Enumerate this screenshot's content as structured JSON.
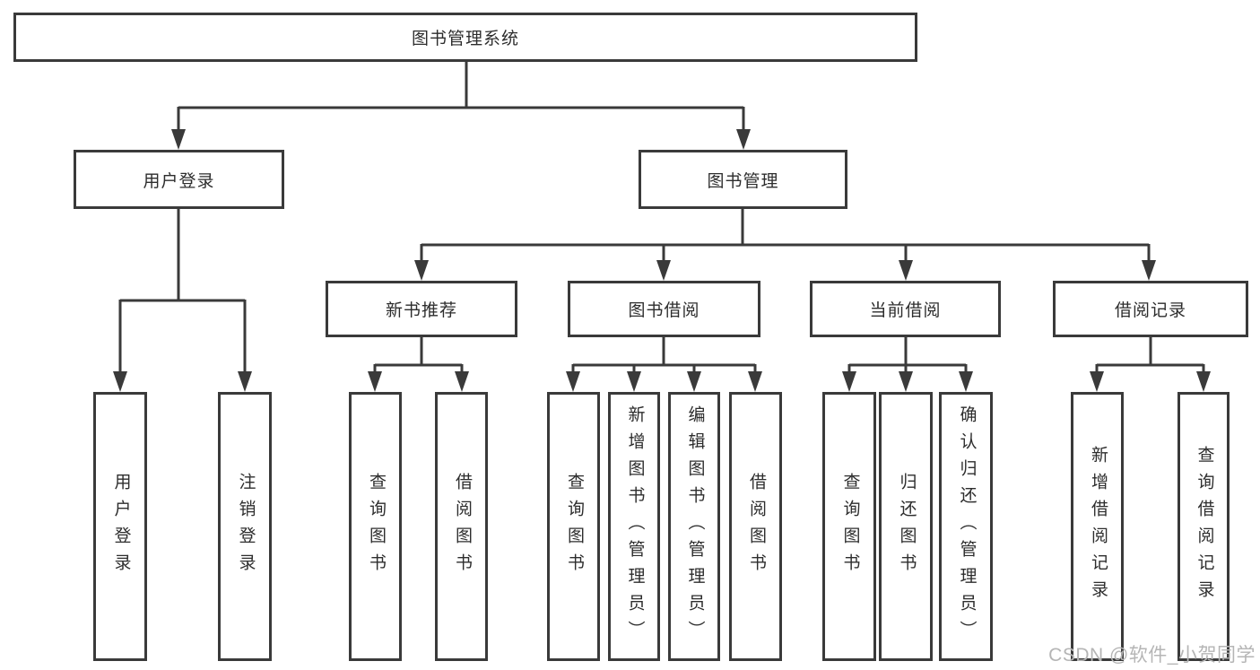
{
  "diagram_title": "图书管理系统",
  "nodes": {
    "root": "图书管理系统",
    "user_login": "用户登录",
    "book_mgmt": "图书管理",
    "new_book_rec": "新书推荐",
    "book_borrow": "图书借阅",
    "current_borrow": "当前借阅",
    "borrow_records": "借阅记录",
    "leaf_user_login": "用户登录",
    "leaf_logout": "注销登录",
    "leaf_query_books_1": "查询图书",
    "leaf_borrow_books_1": "借阅图书",
    "leaf_query_books_2": "查询图书",
    "leaf_add_book": "新增图书（管理员）",
    "leaf_edit_book": "编辑图书（管理员）",
    "leaf_borrow_books_2": "借阅图书",
    "leaf_query_books_3": "查询图书",
    "leaf_return_book": "归还图书",
    "leaf_confirm_return": "确认归还（管理员）",
    "leaf_add_record": "新增借阅记录",
    "leaf_query_record": "查询借阅记录"
  },
  "hierarchy": {
    "root": "图书管理系统",
    "children": [
      {
        "label": "用户登录",
        "children": [
          "用户登录",
          "注销登录"
        ]
      },
      {
        "label": "图书管理",
        "children": [
          {
            "label": "新书推荐",
            "children": [
              "查询图书",
              "借阅图书"
            ]
          },
          {
            "label": "图书借阅",
            "children": [
              "查询图书",
              "新增图书（管理员）",
              "编辑图书（管理员）",
              "借阅图书"
            ]
          },
          {
            "label": "当前借阅",
            "children": [
              "查询图书",
              "归还图书",
              "确认归还（管理员）"
            ]
          },
          {
            "label": "借阅记录",
            "children": [
              "新增借阅记录",
              "查询借阅记录"
            ]
          }
        ]
      }
    ]
  },
  "watermark": "CSDN @软件_小贺同学",
  "colors": {
    "line": "#3a3a3a",
    "box_border": "#3a3a3a",
    "box_fill": "#ffffff",
    "text": "#2d2d2d",
    "watermark": "#b5b5b5",
    "background": "#ffffff"
  }
}
